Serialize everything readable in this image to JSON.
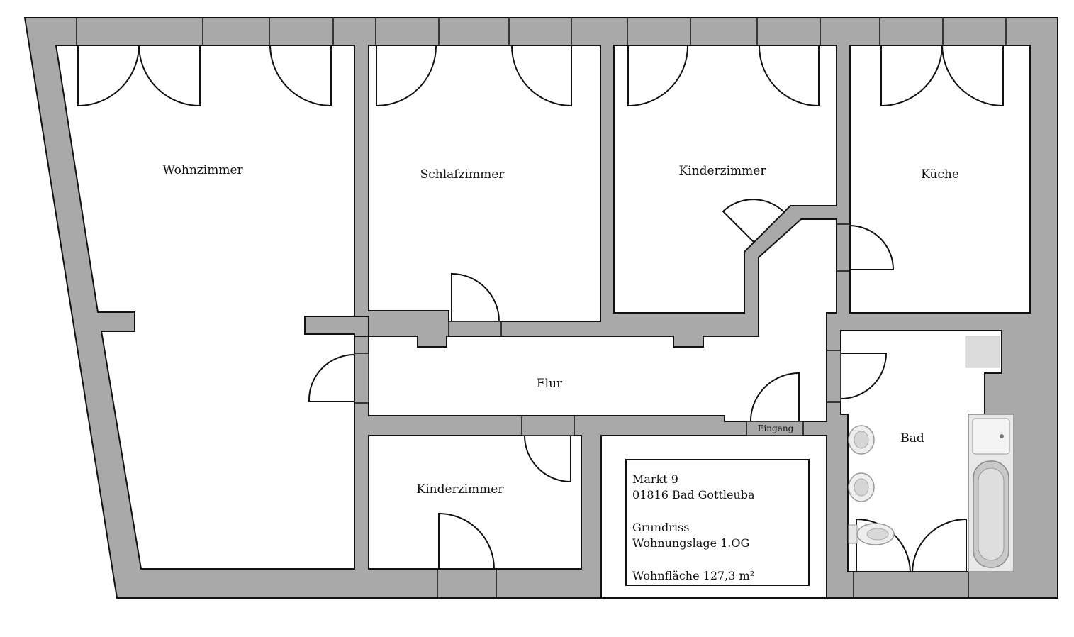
{
  "rooms": {
    "wohnzimmer": "Wohnzimmer",
    "schlafzimmer": "Schlafzimmer",
    "kinderzimmer_1": "Kinderzimmer",
    "kueche": "Küche",
    "flur": "Flur",
    "kinderzimmer_2": "Kinderzimmer",
    "bad": "Bad"
  },
  "entrance_label": "Eingang",
  "info": {
    "street": "Markt 9",
    "city": "01816 Bad Gottleuba",
    "plan_title": "Grundriss",
    "floor": "Wohnungslage 1.OG",
    "area": "Wohnfläche 127,3 m²"
  },
  "colors": {
    "wall": "#a9a9a9",
    "wall_outline": "#111111",
    "floor": "#ffffff"
  }
}
